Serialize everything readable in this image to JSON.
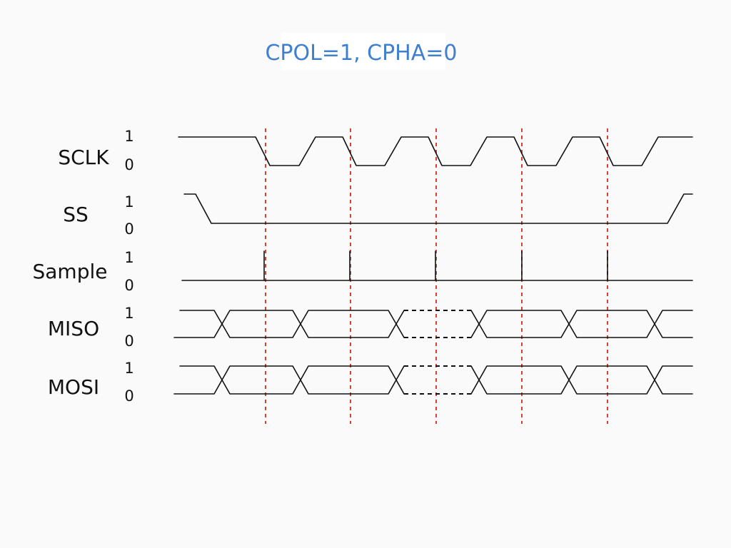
{
  "title": "CPOL=1, CPHA=0",
  "signals": [
    {
      "name": "SCLK",
      "high_label": "1",
      "low_label": "0"
    },
    {
      "name": "SS",
      "high_label": "1",
      "low_label": "0"
    },
    {
      "name": "Sample",
      "high_label": "1",
      "low_label": "0"
    },
    {
      "name": "MISO",
      "high_label": "1",
      "low_label": "0"
    },
    {
      "name": "MOSI",
      "high_label": "1",
      "low_label": "0"
    }
  ],
  "colors": {
    "title": "#3f7fd0",
    "edge_marker": "#d9412e",
    "wave": "#111111",
    "background": "#fafafa"
  }
}
